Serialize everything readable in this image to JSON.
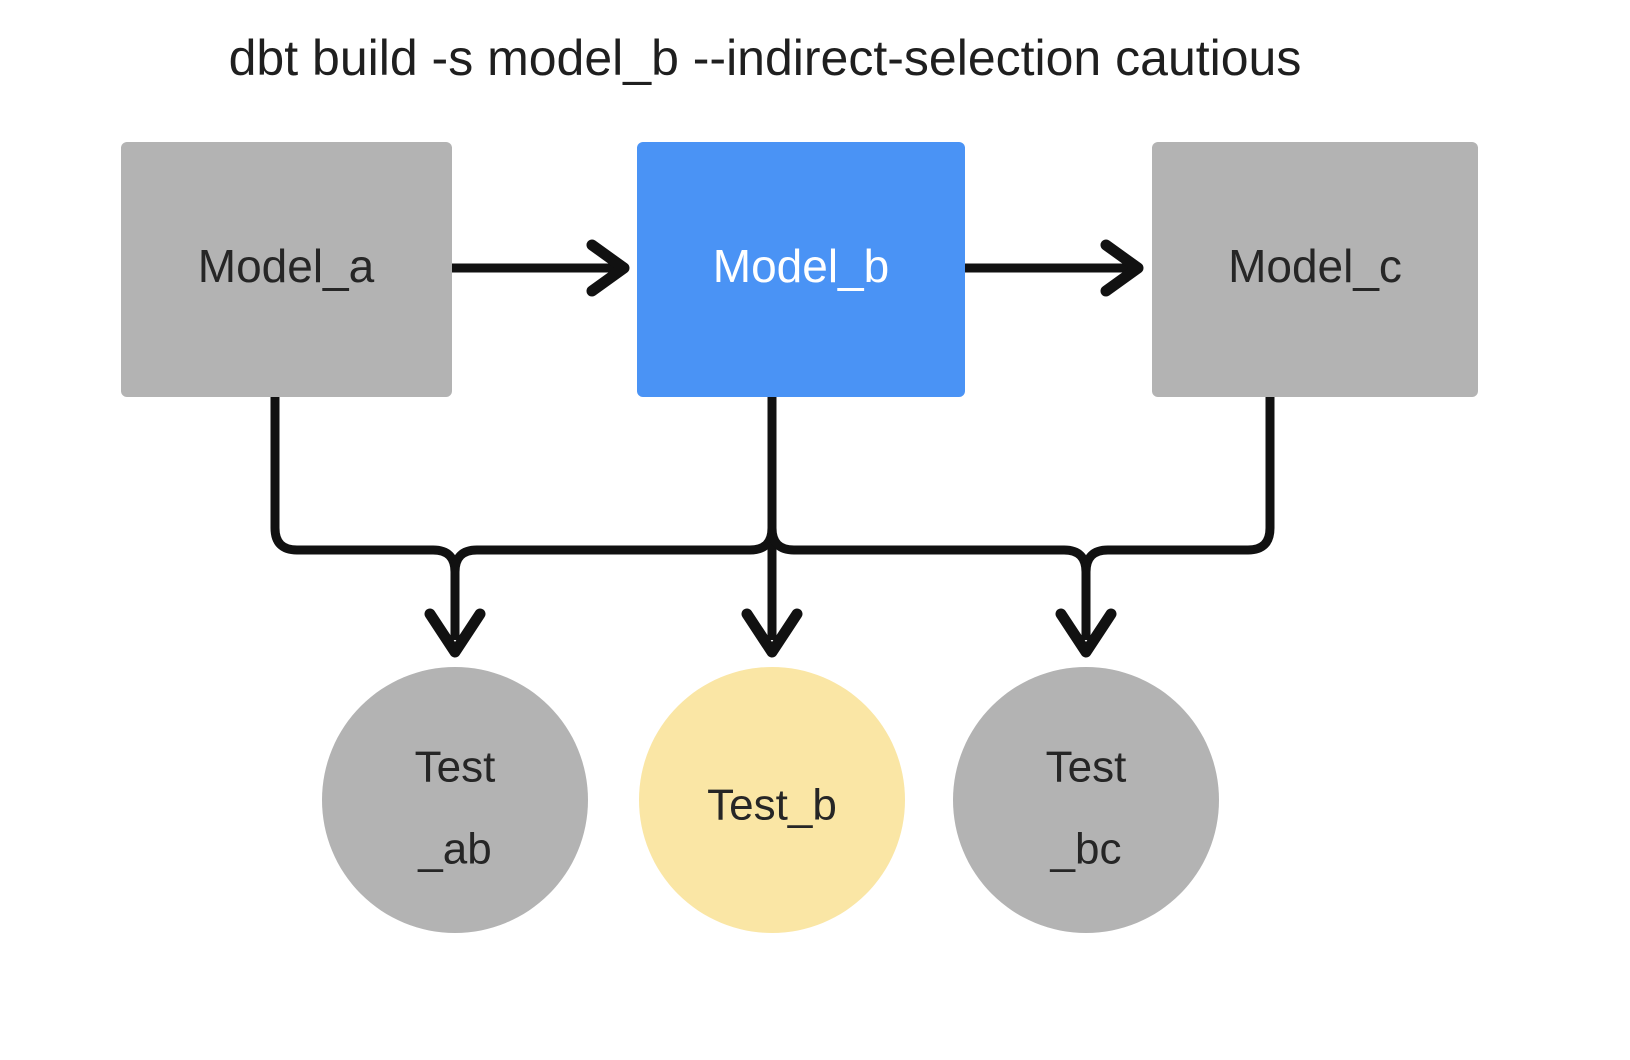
{
  "diagram": {
    "title": "dbt build -s model_b --indirect-selection cautious",
    "background_color": "#ffffff",
    "edge_color": "#111111",
    "colors": {
      "node_gray": "#b3b3b3",
      "node_selected_blue": "#4a93f5",
      "test_gray": "#b3b3b3",
      "test_selected_yellow": "#fae6a5",
      "text_dark": "#262626",
      "text_light": "#ffffff"
    },
    "models": [
      {
        "id": "model_a",
        "label": "Model_a",
        "shape": "rectangle",
        "fill": "#b3b3b3",
        "text_color": "#262626",
        "selected": "false"
      },
      {
        "id": "model_b",
        "label": "Model_b",
        "shape": "rectangle",
        "fill": "#4a93f5",
        "text_color": "#ffffff",
        "selected": "true"
      },
      {
        "id": "model_c",
        "label": "Model_c",
        "shape": "rectangle",
        "fill": "#b3b3b3",
        "text_color": "#262626",
        "selected": "false"
      }
    ],
    "tests": [
      {
        "id": "test_ab",
        "label_line1": "Test",
        "label_line2": "_ab",
        "shape": "circle",
        "fill": "#b3b3b3",
        "text_color": "#262626",
        "selected": "false"
      },
      {
        "id": "test_b",
        "label_line1": "Test_b",
        "label_line2": "",
        "shape": "circle",
        "fill": "#fae6a5",
        "text_color": "#262626",
        "selected": "true"
      },
      {
        "id": "test_bc",
        "label_line1": "Test",
        "label_line2": "_bc",
        "shape": "circle",
        "fill": "#b3b3b3",
        "text_color": "#262626",
        "selected": "false"
      }
    ],
    "edges": [
      {
        "id": "edge-model-a-to-model-b",
        "from": "model_a",
        "to": "model_b",
        "style": "straight-arrow"
      },
      {
        "id": "edge-model-b-to-model-c",
        "from": "model_b",
        "to": "model_c",
        "style": "straight-arrow"
      },
      {
        "id": "edge-model-a-to-test-ab",
        "from": "model_a",
        "to": "test_ab",
        "style": "elbow-arrow"
      },
      {
        "id": "edge-model-b-to-test-ab",
        "from": "model_b",
        "to": "test_ab",
        "style": "elbow-arrow"
      },
      {
        "id": "edge-model-b-to-test-b",
        "from": "model_b",
        "to": "test_b",
        "style": "straight-arrow"
      },
      {
        "id": "edge-model-b-to-test-bc",
        "from": "model_b",
        "to": "test_bc",
        "style": "elbow-arrow"
      },
      {
        "id": "edge-model-c-to-test-bc",
        "from": "model_c",
        "to": "test_bc",
        "style": "elbow-arrow"
      }
    ]
  }
}
